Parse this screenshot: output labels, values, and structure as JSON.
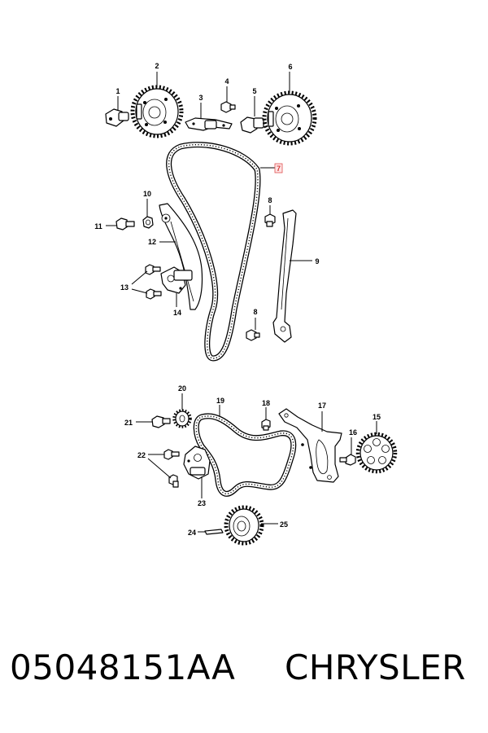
{
  "footer": {
    "part_number": "05048151AA",
    "brand": "CHRYSLER"
  },
  "callouts": [
    "1",
    "2",
    "3",
    "4",
    "5",
    "6",
    "7",
    "8",
    "8",
    "9",
    "10",
    "11",
    "12",
    "13",
    "14",
    "15",
    "16",
    "17",
    "18",
    "19",
    "20",
    "21",
    "22",
    "23",
    "24",
    "25"
  ],
  "highlight_color": "#e05050"
}
